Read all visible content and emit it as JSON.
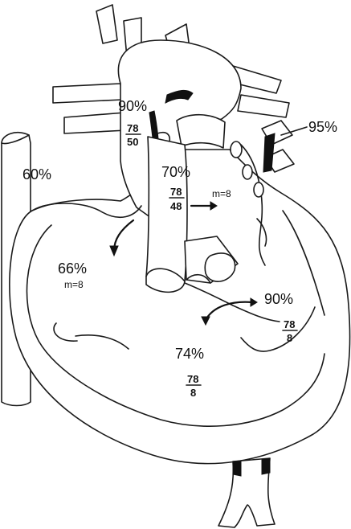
{
  "labels": {
    "aorta_saturation": "90%",
    "aorta_pressure_top": "78",
    "aorta_pressure_bottom": "50",
    "pulmonary_vein_saturation": "95%",
    "svc_saturation": "60%",
    "pulmonary_artery_saturation": "70%",
    "pulmonary_artery_pressure_top": "78",
    "pulmonary_artery_pressure_bottom": "48",
    "left_atrium_mean": "m=8",
    "right_atrium_saturation": "66%",
    "right_atrium_mean": "m=8",
    "left_ventricle_saturation": "90%",
    "left_ventricle_pressure_top": "78",
    "left_ventricle_pressure_bottom": "8",
    "right_ventricle_saturation": "74%",
    "right_ventricle_pressure_top": "78",
    "right_ventricle_pressure_bottom": "8"
  }
}
